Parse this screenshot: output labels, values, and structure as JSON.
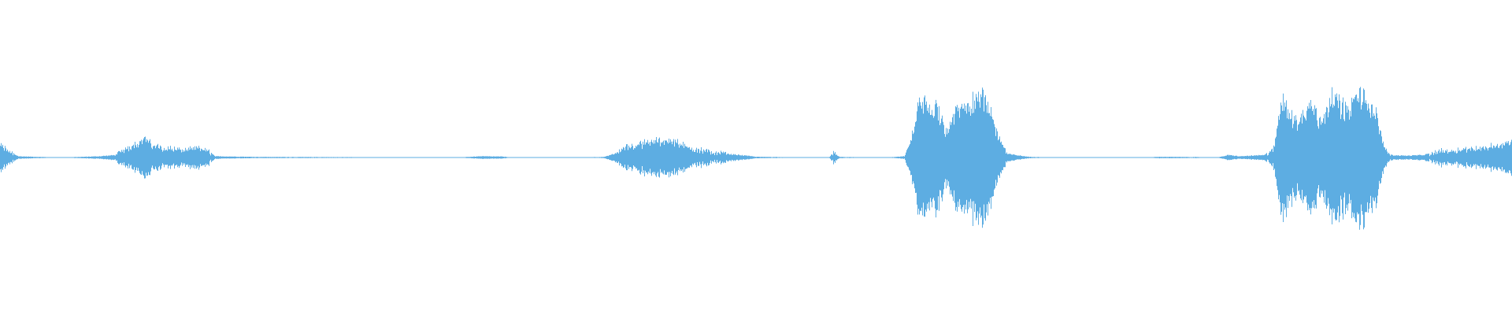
{
  "waveform": {
    "color": "#5DADE2",
    "background": "#ffffff",
    "duration_fraction_points": [
      [
        0.0,
        0.1
      ],
      [
        0.006,
        0.05
      ],
      [
        0.012,
        0.01
      ],
      [
        0.04,
        0.0
      ],
      [
        0.065,
        0.01
      ],
      [
        0.076,
        0.02
      ],
      [
        0.082,
        0.06
      ],
      [
        0.09,
        0.12
      ],
      [
        0.096,
        0.16
      ],
      [
        0.1,
        0.1
      ],
      [
        0.108,
        0.08
      ],
      [
        0.116,
        0.07
      ],
      [
        0.124,
        0.06
      ],
      [
        0.132,
        0.08
      ],
      [
        0.138,
        0.05
      ],
      [
        0.142,
        0.01
      ],
      [
        0.17,
        0.005
      ],
      [
        0.2,
        0.004
      ],
      [
        0.24,
        0.003
      ],
      [
        0.27,
        0.002
      ],
      [
        0.3,
        0.0
      ],
      [
        0.318,
        0.01
      ],
      [
        0.332,
        0.008
      ],
      [
        0.34,
        0.0
      ],
      [
        0.37,
        0.0
      ],
      [
        0.382,
        0.002
      ],
      [
        0.398,
        0.004
      ],
      [
        0.404,
        0.02
      ],
      [
        0.412,
        0.08
      ],
      [
        0.42,
        0.1
      ],
      [
        0.43,
        0.13
      ],
      [
        0.44,
        0.15
      ],
      [
        0.448,
        0.12
      ],
      [
        0.456,
        0.08
      ],
      [
        0.464,
        0.06
      ],
      [
        0.472,
        0.04
      ],
      [
        0.48,
        0.03
      ],
      [
        0.49,
        0.02
      ],
      [
        0.5,
        0.006
      ],
      [
        0.52,
        0.003
      ],
      [
        0.53,
        0.0
      ],
      [
        0.548,
        0.0
      ],
      [
        0.551,
        0.04
      ],
      [
        0.555,
        0.005
      ],
      [
        0.57,
        0.002
      ],
      [
        0.59,
        0.003
      ],
      [
        0.598,
        0.01
      ],
      [
        0.603,
        0.18
      ],
      [
        0.608,
        0.46
      ],
      [
        0.614,
        0.42
      ],
      [
        0.62,
        0.4
      ],
      [
        0.626,
        0.21
      ],
      [
        0.632,
        0.38
      ],
      [
        0.64,
        0.44
      ],
      [
        0.648,
        0.54
      ],
      [
        0.654,
        0.4
      ],
      [
        0.66,
        0.18
      ],
      [
        0.666,
        0.03
      ],
      [
        0.68,
        0.006
      ],
      [
        0.7,
        0.0
      ],
      [
        0.758,
        0.0
      ],
      [
        0.766,
        0.006
      ],
      [
        0.79,
        0.004
      ],
      [
        0.805,
        0.0
      ],
      [
        0.812,
        0.02
      ],
      [
        0.82,
        0.01
      ],
      [
        0.836,
        0.02
      ],
      [
        0.842,
        0.06
      ],
      [
        0.848,
        0.52
      ],
      [
        0.852,
        0.36
      ],
      [
        0.858,
        0.3
      ],
      [
        0.864,
        0.38
      ],
      [
        0.868,
        0.46
      ],
      [
        0.872,
        0.3
      ],
      [
        0.876,
        0.35
      ],
      [
        0.88,
        0.52
      ],
      [
        0.886,
        0.44
      ],
      [
        0.892,
        0.38
      ],
      [
        0.898,
        0.54
      ],
      [
        0.904,
        0.46
      ],
      [
        0.91,
        0.36
      ],
      [
        0.914,
        0.12
      ],
      [
        0.92,
        0.02
      ],
      [
        0.93,
        0.015
      ],
      [
        0.94,
        0.02
      ],
      [
        0.945,
        0.03
      ],
      [
        0.95,
        0.05
      ],
      [
        0.96,
        0.06
      ],
      [
        0.97,
        0.07
      ],
      [
        0.98,
        0.08
      ],
      [
        0.99,
        0.1
      ],
      [
        1.0,
        0.12
      ]
    ]
  }
}
